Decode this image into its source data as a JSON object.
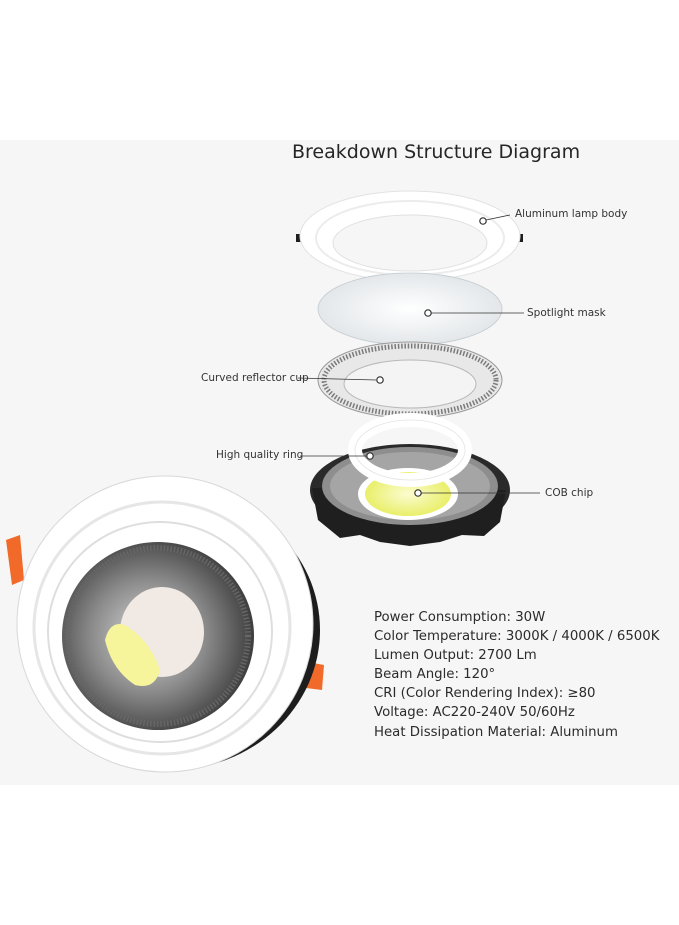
{
  "diagram": {
    "title": "Breakdown Structure Diagram",
    "parts": [
      {
        "label": "Aluminum lamp body"
      },
      {
        "label": "Spotlight mask"
      },
      {
        "label": "Curved reflector cup"
      },
      {
        "label": "High quality ring"
      },
      {
        "label": "COB chip"
      }
    ]
  },
  "specs": [
    "Power Consumption: 30W",
    "Color Temperature: 3000K / 4000K / 6500K",
    "Lumen Output: 2700 Lm",
    "Beam Angle: 120°",
    "CRI (Color Rendering Index): ≥80",
    "Voltage: AC220-240V 50/60Hz",
    "Heat Dissipation Material: Aluminum"
  ],
  "colors": {
    "background_panel": "#f6f6f6",
    "cob_chip": "#f4f7a0",
    "mounting_clip": "#f26a2a",
    "housing_base": "#2a2a2a"
  }
}
